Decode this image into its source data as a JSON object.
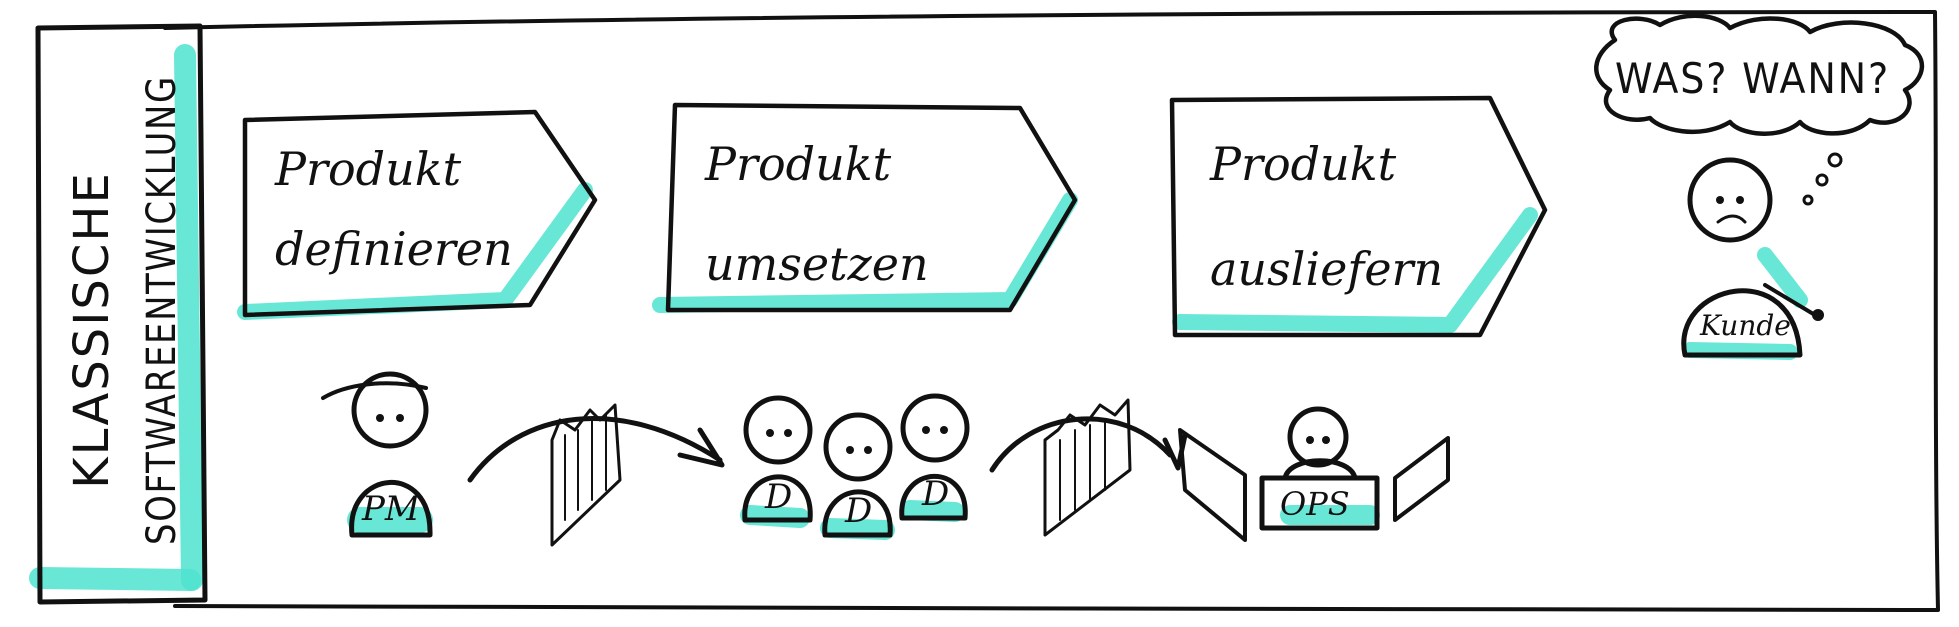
{
  "side_title": {
    "line1": "KLASSISCHE",
    "line2": "SOFTWAREENTWICKLUNG"
  },
  "steps": [
    {
      "line1": "Produkt",
      "line2": "definieren"
    },
    {
      "line1": "Produkt",
      "line2": "umsetzen"
    },
    {
      "line1": "Produkt",
      "line2": "ausliefern"
    }
  ],
  "roles": {
    "pm": "PM",
    "dev": "D",
    "ops": "OPS"
  },
  "customer": {
    "thought": "WAS? WANN?",
    "label": "Kunde"
  },
  "colors": {
    "ink": "#111111",
    "highlight": "#4fe3cf"
  }
}
